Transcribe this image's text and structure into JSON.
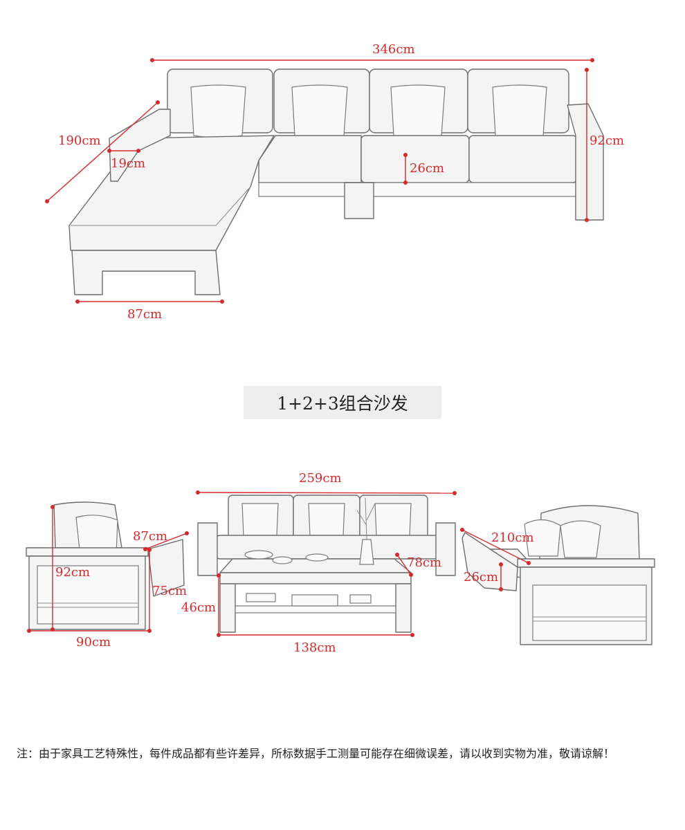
{
  "top_diagram": {
    "dims": {
      "width": "346cm",
      "chaise_length": "190cm",
      "arm_width": "19cm",
      "height": "92cm",
      "seat_thickness": "26cm",
      "chaise_depth": "87cm"
    }
  },
  "section_title": "1+2+3组合沙发",
  "bottom_diagram": {
    "single_seat": {
      "depth": "87cm",
      "height": "92cm",
      "arm_height": "75cm",
      "width": "90cm"
    },
    "three_seat": {
      "width": "259cm"
    },
    "coffee_table": {
      "depth": "78cm",
      "height": "46cm",
      "width": "138cm"
    },
    "double_seat": {
      "width": "210cm",
      "seat_thickness": "26cm"
    }
  },
  "footer_note": "注：由于家具工艺特殊性，每件成品都有些许差异，所标数据手工测量可能存在细微误差，请以收到实物为准，敬请谅解！"
}
